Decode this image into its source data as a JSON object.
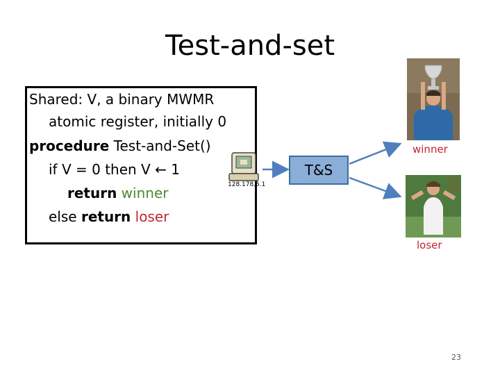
{
  "slide": {
    "title": "Test-and-set",
    "page_number": "23"
  },
  "code": {
    "line1": "Shared: V, a binary MWMR",
    "line2": "atomic register, initially 0",
    "line3_kw": "procedure",
    "line3_rest": " Test-and-Set()",
    "line4": "if V = 0 then V ← 1",
    "line5_kw": "return",
    "line5_val": " winner",
    "line6_pre": "else ",
    "line6_kw": "return",
    "line6_val": " loser"
  },
  "diagram": {
    "ts_label": "T&S",
    "computer_ip": "128.178.5.1",
    "winner_label": "winner",
    "loser_label": "loser"
  }
}
